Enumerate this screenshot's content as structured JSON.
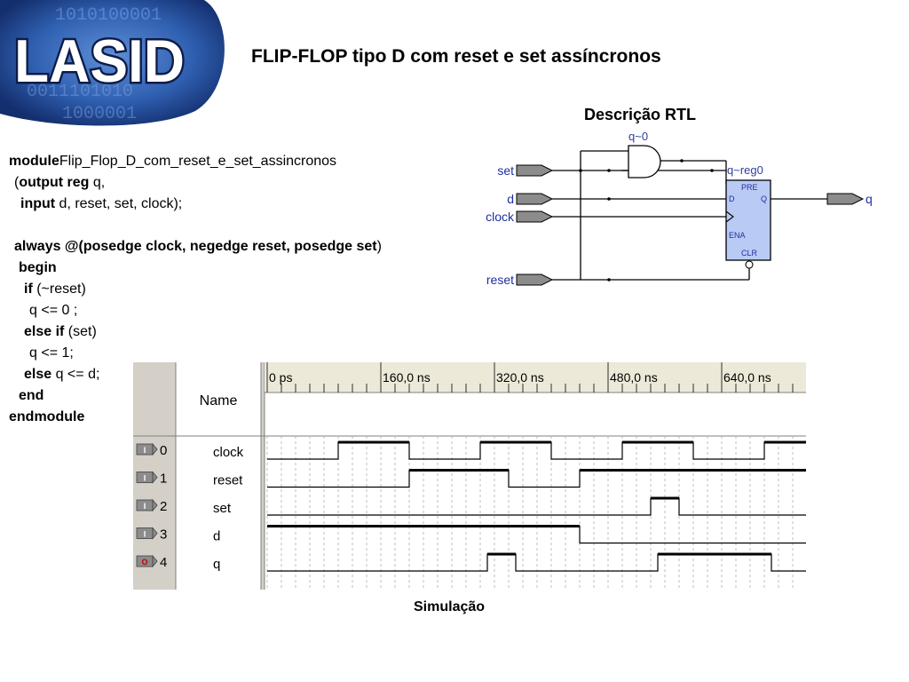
{
  "title": "FLIP-FLOP tipo D com reset e set assíncronos",
  "logo": {
    "text": "LASID",
    "binary_rows": [
      "1010100001",
      "0011101010",
      "1000001"
    ]
  },
  "rtl": {
    "caption": "Descrição RTL",
    "inputs": [
      "set",
      "d",
      "clock",
      "reset"
    ],
    "output": "q",
    "and_gate_label": "q~0",
    "register_label": "q~reg0",
    "register_pins": {
      "pre": "PRE",
      "d": "D",
      "q": "Q",
      "ena": "ENA",
      "clr": "CLR"
    }
  },
  "code": {
    "line1_kw": "module",
    "line1_rest": "Flip_Flop_D_com_reset_e_set_assincronos",
    "line2_open": "(",
    "line2_kw": "output reg",
    "line2_rest": " q,",
    "line3_kw": "input",
    "line3_rest": " d, reset, set, clock);",
    "line4_kw": "always @(posedge clock, negedge reset, posedge set",
    "line4_rest": ")",
    "line5_kw": "begin",
    "line6_kw": "if",
    "line6_rest": " (~reset)",
    "line7": "q <= 0 ;",
    "line8_kw": "else if",
    "line8_rest": " (set)",
    "line9": "q <= 1;",
    "line10_kw": "else",
    "line10_rest": " q <= d;",
    "line11_kw": "end",
    "line12_kw": "endmodule"
  },
  "simulation": {
    "caption": "Simulação",
    "name_header": "Name",
    "time_labels": [
      "0 ps",
      "160,0 ns",
      "320,0 ns",
      "480,0 ns",
      "640,0 ns"
    ],
    "time_range_ns": [
      0,
      760
    ],
    "signals": [
      {
        "index": "0",
        "name": "clock",
        "type": "I",
        "initial": 0,
        "transitions_ns": [
          100,
          200,
          300,
          400,
          500,
          600,
          700
        ]
      },
      {
        "index": "1",
        "name": "reset",
        "type": "I",
        "initial": 0,
        "transitions_ns": [
          200,
          340,
          440
        ]
      },
      {
        "index": "2",
        "name": "set",
        "type": "I",
        "initial": 0,
        "transitions_ns": [
          540,
          580
        ]
      },
      {
        "index": "3",
        "name": "d",
        "type": "I",
        "initial": 1,
        "transitions_ns": [
          440
        ]
      },
      {
        "index": "4",
        "name": "q",
        "type": "O",
        "initial": 0,
        "transitions_ns": [
          310,
          350,
          550,
          710
        ]
      }
    ]
  }
}
